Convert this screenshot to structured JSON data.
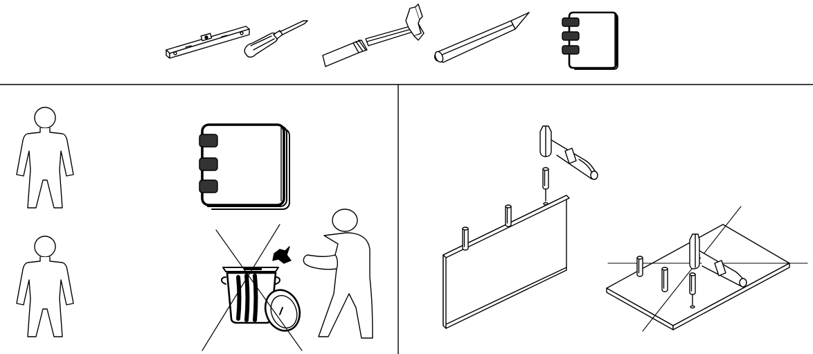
{
  "figure": {
    "panels": [
      {
        "name": "tools-required"
      },
      {
        "name": "people-and-manual"
      },
      {
        "name": "dowel-insertion"
      }
    ],
    "tools": [
      {
        "name": "spirit-level"
      },
      {
        "name": "screwdriver"
      },
      {
        "name": "hammer"
      },
      {
        "name": "pencil"
      },
      {
        "name": "instruction-manual"
      }
    ],
    "people_required": 2,
    "colors": {
      "stroke": "#000000",
      "tab_fill": "#333333",
      "background": "#ffffff"
    }
  }
}
